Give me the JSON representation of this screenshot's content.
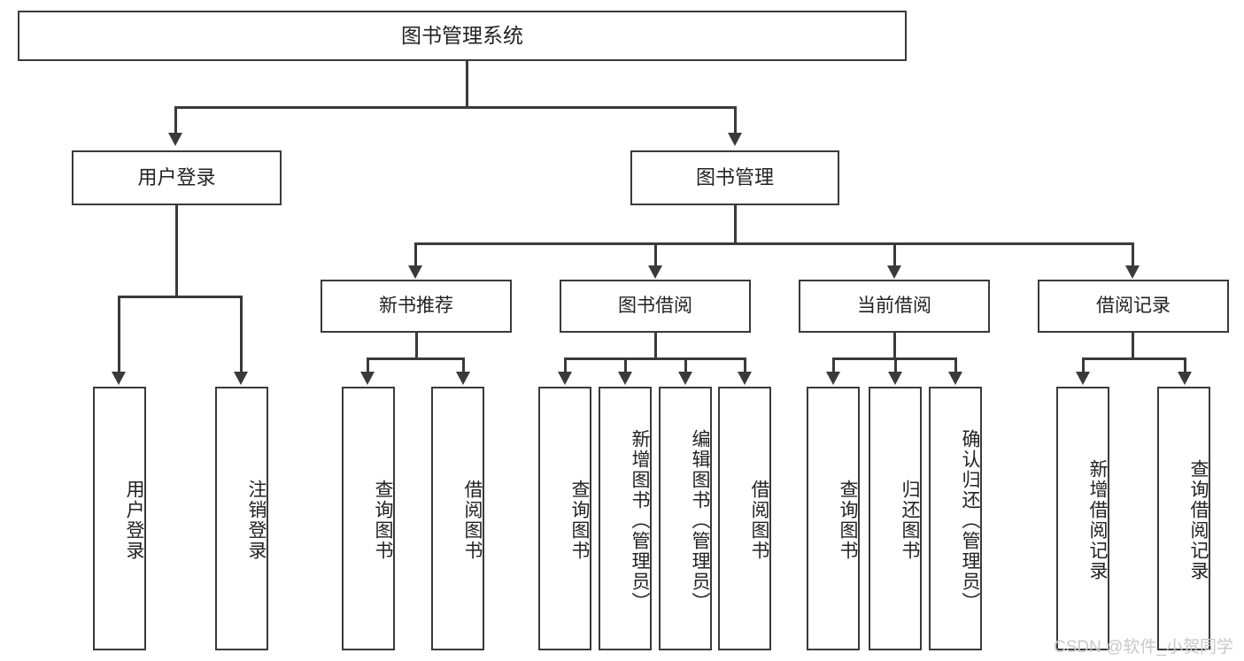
{
  "diagram": {
    "type": "tree-hierarchy",
    "title": "图书管理系统",
    "root": {
      "label": "图书管理系统"
    },
    "level1": [
      {
        "id": "user-login",
        "label": "用户登录"
      },
      {
        "id": "book-manage",
        "label": "图书管理"
      }
    ],
    "level2": [
      {
        "id": "new-book-rec",
        "label": "新书推荐",
        "parent": "book-manage"
      },
      {
        "id": "book-borrow",
        "label": "图书借阅",
        "parent": "book-manage"
      },
      {
        "id": "current-borrow",
        "label": "当前借阅",
        "parent": "book-manage"
      },
      {
        "id": "borrow-record",
        "label": "借阅记录",
        "parent": "book-manage"
      }
    ],
    "leaves": {
      "user-login": [
        {
          "id": "leaf-user-login",
          "label": "用户登录"
        },
        {
          "id": "leaf-user-logout",
          "label": "注销登录"
        }
      ],
      "new-book-rec": [
        {
          "id": "leaf-query-book-1",
          "label": "查询图书"
        },
        {
          "id": "leaf-borrow-book-1",
          "label": "借阅图书"
        }
      ],
      "book-borrow": [
        {
          "id": "leaf-query-book-2",
          "label": "查询图书"
        },
        {
          "id": "leaf-add-book",
          "label": "新增图书（管理员）"
        },
        {
          "id": "leaf-edit-book",
          "label": "编辑图书（管理员）"
        },
        {
          "id": "leaf-borrow-book-2",
          "label": "借阅图书"
        }
      ],
      "current-borrow": [
        {
          "id": "leaf-query-book-3",
          "label": "查询图书"
        },
        {
          "id": "leaf-return-book",
          "label": "归还图书"
        },
        {
          "id": "leaf-confirm-return",
          "label": "确认归还（管理员）"
        }
      ],
      "borrow-record": [
        {
          "id": "leaf-add-record",
          "label": "新增借阅记录"
        },
        {
          "id": "leaf-query-record",
          "label": "查询借阅记录"
        }
      ]
    }
  },
  "watermark": {
    "text": "CSDN @软件_小贺同学"
  },
  "colors": {
    "stroke": "#3a3a3a",
    "background": "#ffffff",
    "text": "#222222",
    "watermark": "#c9c9c9"
  }
}
